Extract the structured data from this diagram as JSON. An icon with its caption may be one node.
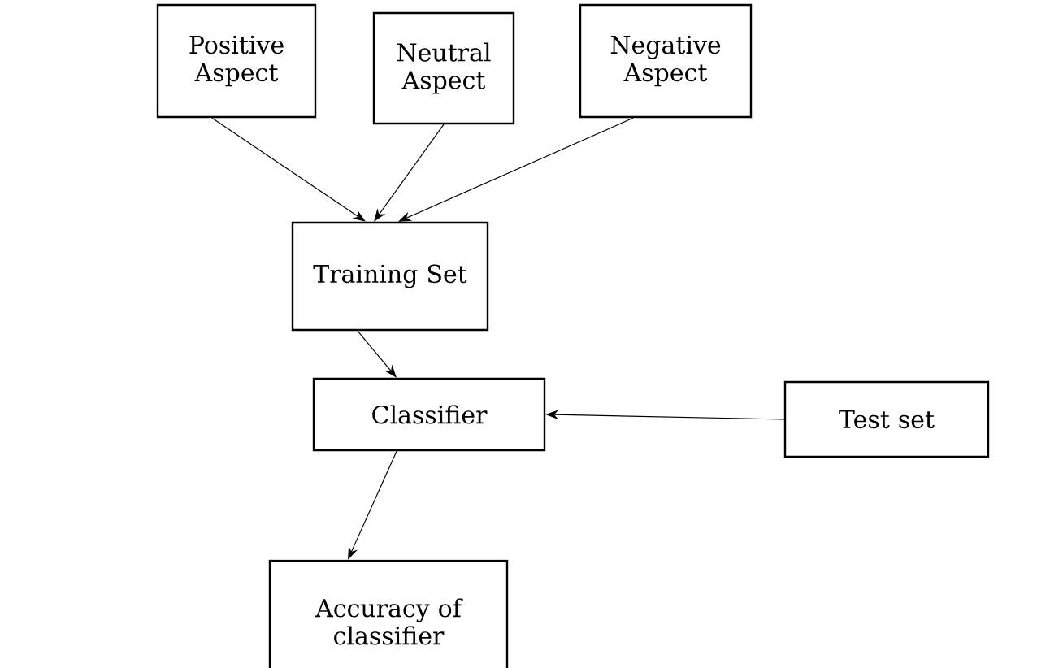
{
  "diagram": {
    "nodes": [
      {
        "text": [
          "Positive Aspect"
        ]
      },
      {
        "text": [
          "Neutral Aspect"
        ]
      },
      {
        "text": [
          "Negative Aspect"
        ]
      },
      {
        "text": [
          "Training Set"
        ]
      },
      {
        "text": [
          "Classifier"
        ]
      },
      {
        "text": [
          "Test set"
        ]
      },
      {
        "text": [
          "Accuracy of classifier"
        ]
      }
    ],
    "edges": [
      {
        "from": 0,
        "to": 3,
        "arrow": "to"
      },
      {
        "from": 1,
        "to": 3,
        "arrow": "to"
      },
      {
        "from": 2,
        "to": 3,
        "arrow": "to"
      },
      {
        "from": 3,
        "to": 4,
        "arrow": "to"
      },
      {
        "from": 5,
        "to": 4,
        "arrow": "to"
      },
      {
        "from": 4,
        "to": 6,
        "arrow": "to"
      }
    ]
  }
}
